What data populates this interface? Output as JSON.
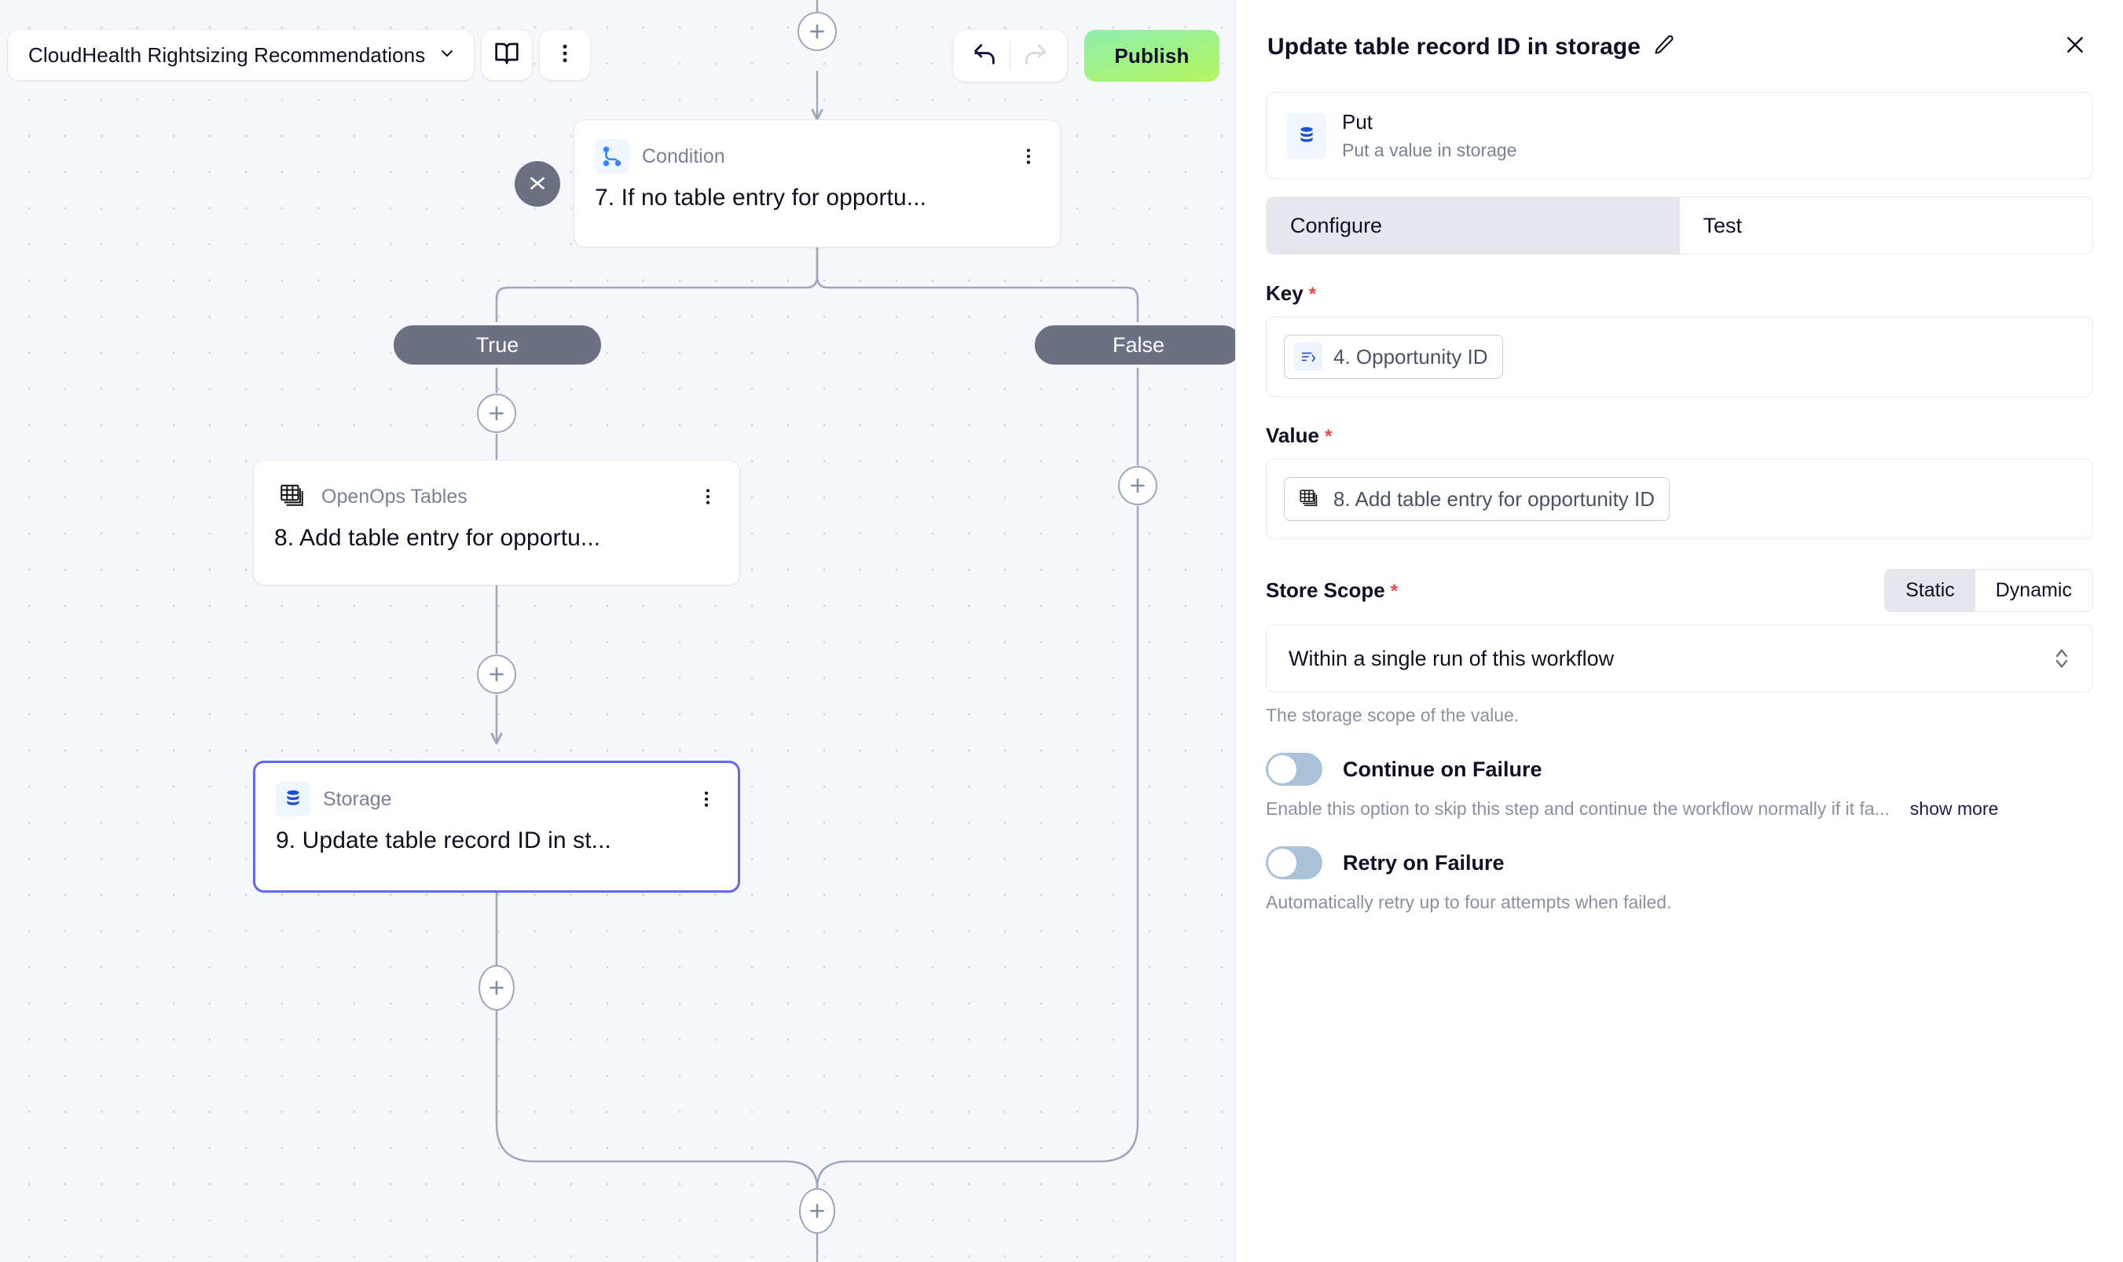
{
  "toolbar": {
    "workflow_name": "CloudHealth Rightsizing Recommendations",
    "chevron_icon": "chevron-down-icon",
    "docs_icon": "book-icon",
    "more_icon": "more-vertical-icon",
    "undo_icon": "undo-icon",
    "redo_icon": "redo-icon",
    "publish_label": "Publish",
    "publish_color": "#b4f55e"
  },
  "canvas": {
    "collapse_icon": "collapse-chevrons-icon",
    "add_step_icon": "plus-icon",
    "nodes": [
      {
        "type": "Condition",
        "title": "7. If no table entry for opportu...",
        "icon": "condition-branch-icon",
        "menu_icon": "more-vertical-icon",
        "selected": false
      },
      {
        "type": "OpenOps Tables",
        "title": "8. Add table entry for opportu...",
        "icon": "table-icon",
        "menu_icon": "more-vertical-icon",
        "selected": false
      },
      {
        "type": "Storage",
        "title": "9. Update table record ID in st...",
        "icon": "database-icon",
        "menu_icon": "more-vertical-icon",
        "selected": true
      }
    ],
    "branches": [
      {
        "label": "True"
      },
      {
        "label": "False"
      }
    ],
    "branch_pill_color": "#6b7183"
  },
  "panel": {
    "title": "Update table record ID in storage",
    "edit_icon": "pencil-icon",
    "close_icon": "close-icon",
    "action": {
      "icon": "database-icon",
      "name": "Put",
      "description": "Put a value in storage"
    },
    "tabs": [
      {
        "label": "Configure",
        "active": true
      },
      {
        "label": "Test",
        "active": false
      }
    ],
    "fields": {
      "key": {
        "label": "Key",
        "required": "*",
        "chip_icon": "variable-icon",
        "chip_text": "4. Opportunity ID"
      },
      "value": {
        "label": "Value",
        "required": "*",
        "chip_icon": "table-icon",
        "chip_text": "8. Add table entry for opportunity ID"
      },
      "store_scope": {
        "label": "Store Scope",
        "required": "*",
        "segments": [
          {
            "label": "Static",
            "active": true
          },
          {
            "label": "Dynamic",
            "active": false
          }
        ],
        "selected": "Within a single run of this workflow",
        "caret_icon": "chevron-updown-icon",
        "hint": "The storage scope of the value."
      }
    },
    "toggles": [
      {
        "label": "Continue on Failure",
        "state": "off",
        "description": "Enable this option to skip this step and continue the workflow normally if it fa...",
        "show_more": "show more"
      },
      {
        "label": "Retry on Failure",
        "state": "off",
        "description": "Automatically retry up to four attempts when failed.",
        "show_more": ""
      }
    ]
  }
}
